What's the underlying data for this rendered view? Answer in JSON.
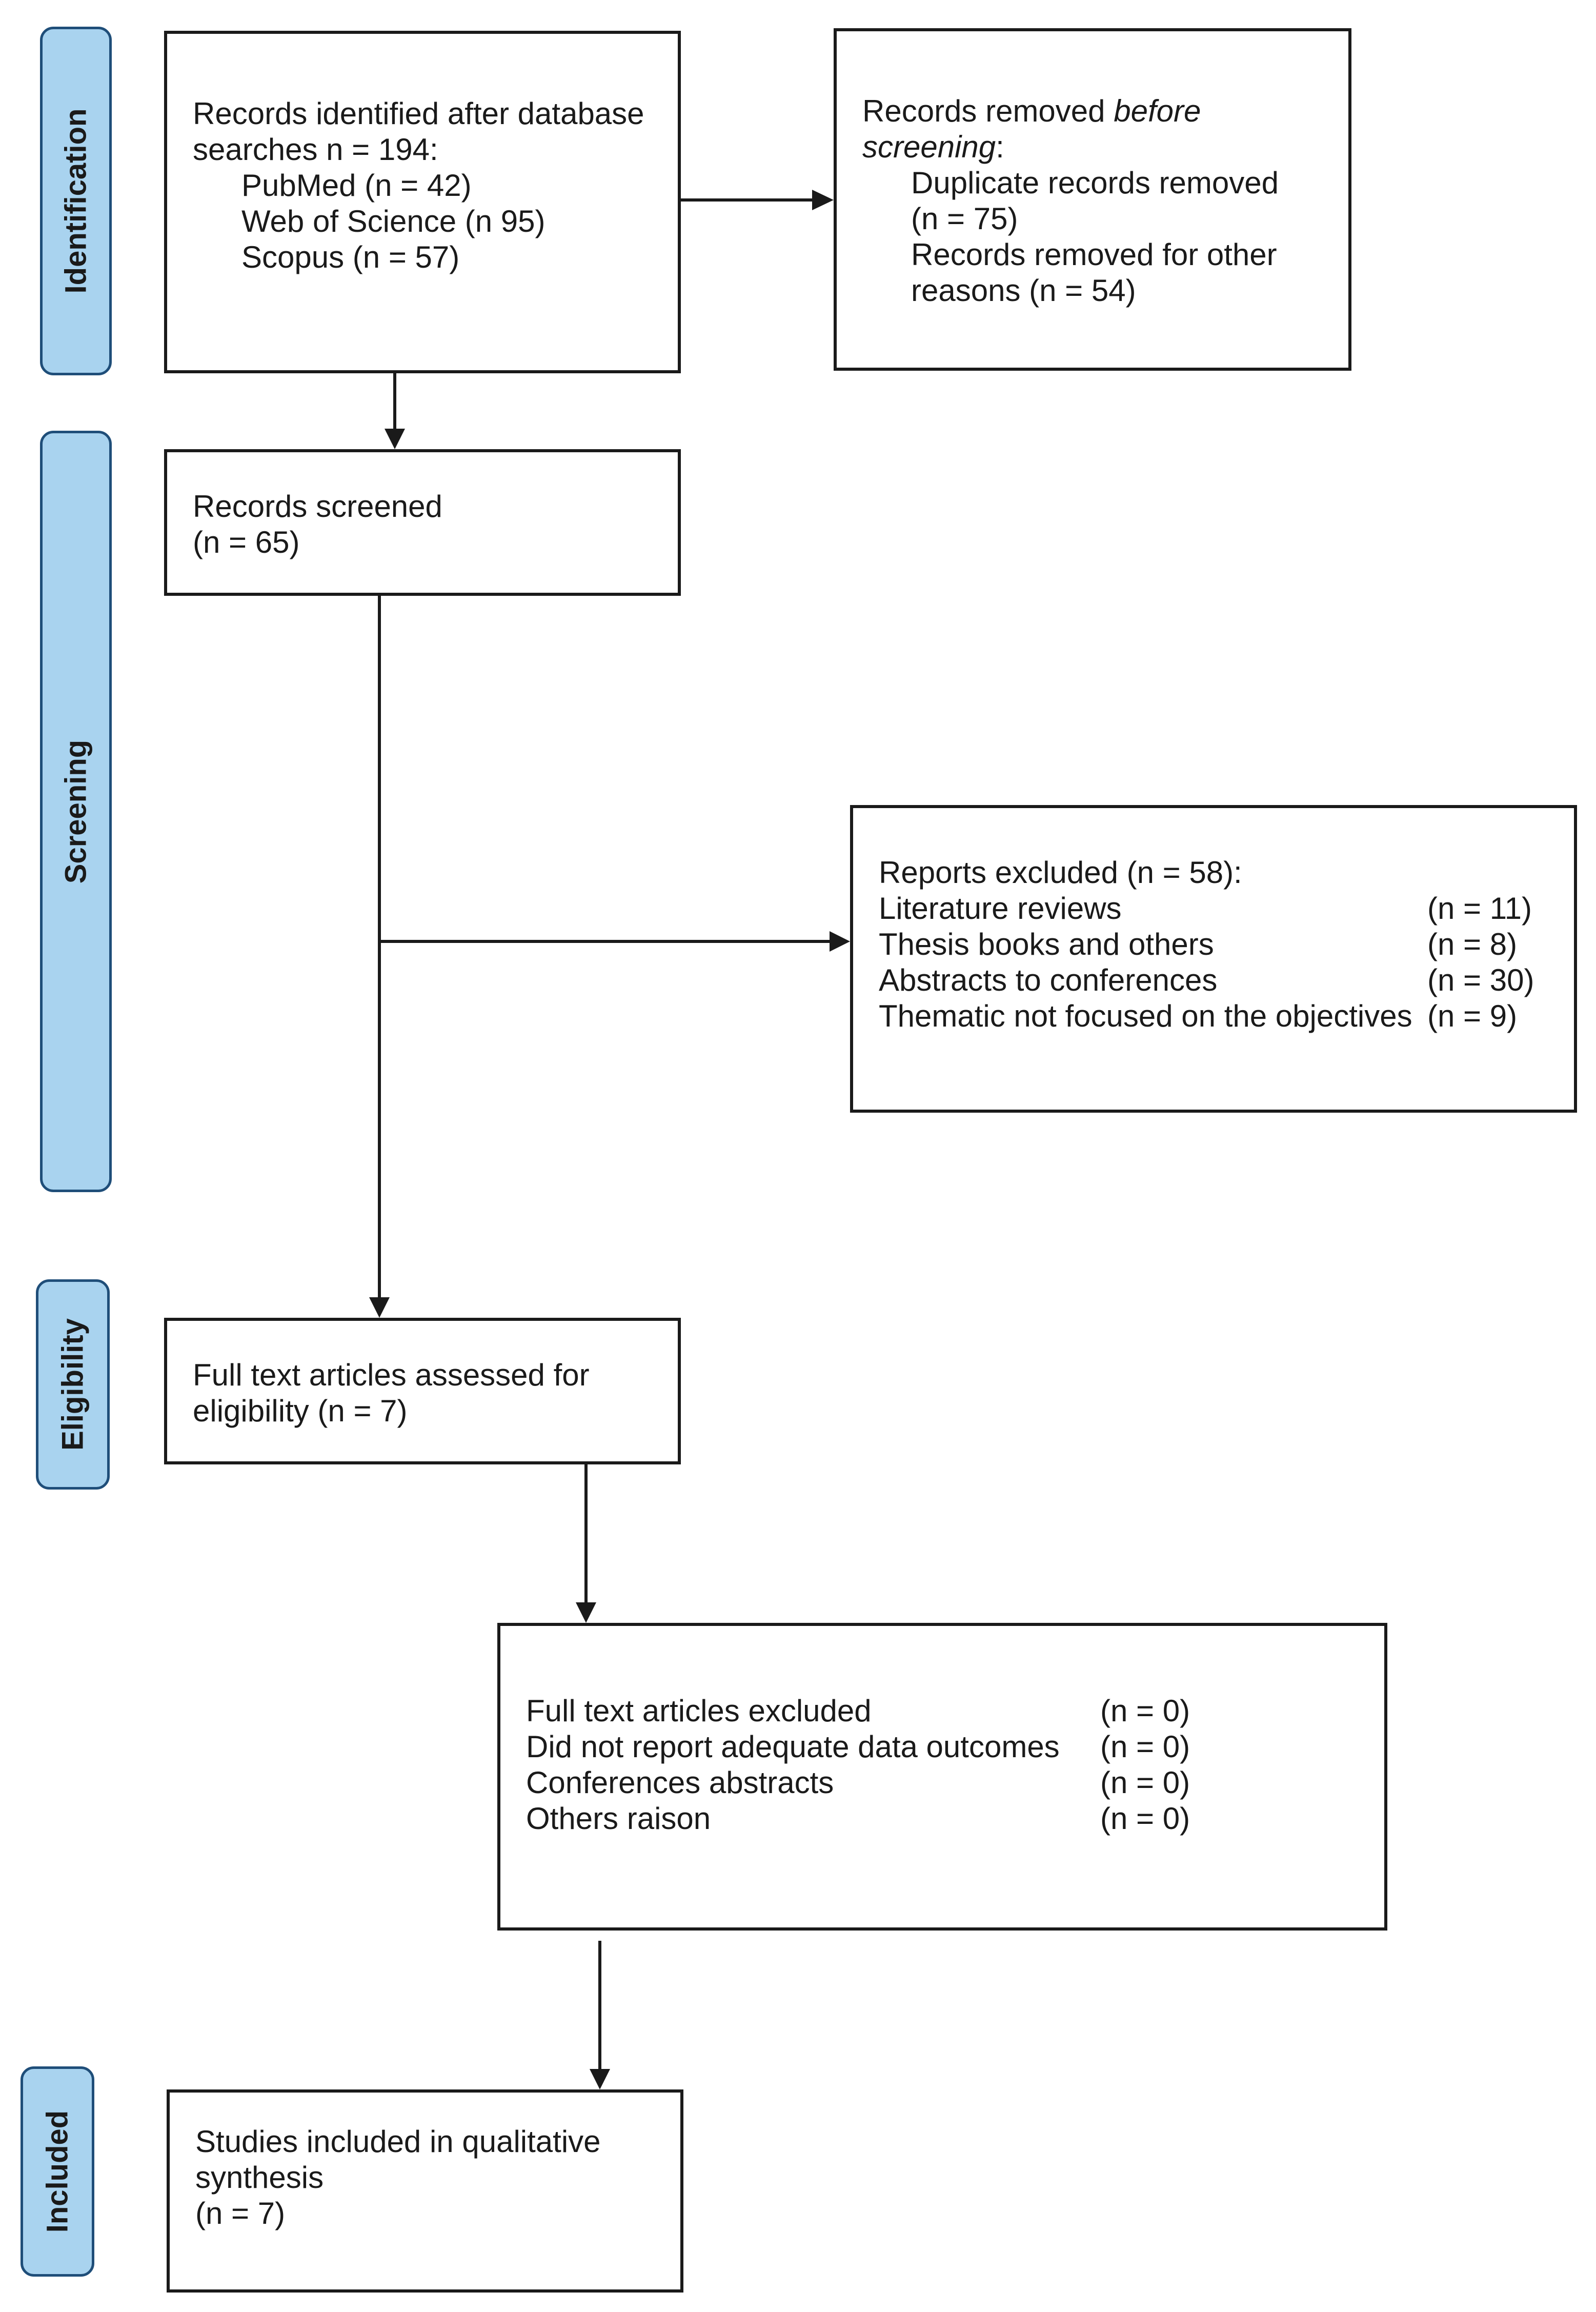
{
  "stages": {
    "identification": "Identification",
    "screening": "Screening",
    "eligibility": "Eligibility",
    "included": "Included"
  },
  "identified": {
    "line1": "Records identified after database",
    "line2": "searches n = 194:",
    "sources": [
      "PubMed (n = 42)",
      "Web of Science (n 95)",
      "Scopus (n = 57)"
    ]
  },
  "removed": {
    "prefix": "Records removed ",
    "italic1": "before",
    "italic2": "screening",
    "colon": ":",
    "lines": [
      "Duplicate records removed",
      "(n = 75)",
      "Records removed for other",
      "reasons (n = 54)"
    ]
  },
  "screened": {
    "lines": [
      "Records screened",
      "(n = 65)"
    ]
  },
  "reports_excluded": {
    "header": "Reports excluded  (n = 58):",
    "items": [
      {
        "label": "Literature reviews",
        "n": "(n = 11)"
      },
      {
        "label": "Thesis books and others",
        "n": "(n = 8)"
      },
      {
        "label": "Abstracts to conferences",
        "n": "(n = 30)"
      },
      {
        "label": "Thematic not focused on the objectives",
        "n": "(n = 9)"
      }
    ]
  },
  "assessed": {
    "lines": [
      "Full text articles assessed for",
      "eligibility (n = 7)"
    ]
  },
  "fulltext_excluded": {
    "items": [
      {
        "label": "Full text articles excluded",
        "n": "(n = 0)"
      },
      {
        "label": "Did not report adequate data outcomes",
        "n": "(n = 0)"
      },
      {
        "label": "Conferences abstracts",
        "n": "(n = 0)"
      },
      {
        "label": "Others raison",
        "n": "(n = 0)"
      }
    ]
  },
  "included": {
    "lines": [
      "Studies included in qualitative",
      "synthesis",
      "(n = 7)"
    ]
  }
}
